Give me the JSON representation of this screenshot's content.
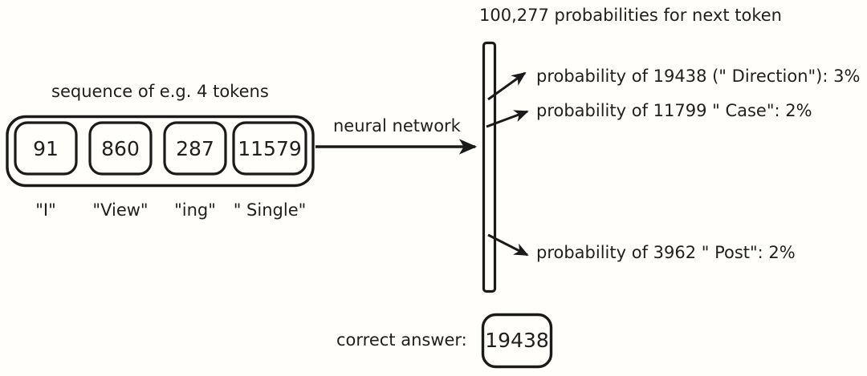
{
  "diagram": {
    "title": "100,277 probabilities for next token",
    "background_color": "#FFFEFA",
    "stroke_color": "#1A1A1A",
    "text_color": "#1F1F1F"
  },
  "sequence": {
    "caption": "sequence of e.g. 4 tokens",
    "tokens": [
      {
        "id": "91",
        "text": "\"I\""
      },
      {
        "id": "860",
        "text": "\"View\""
      },
      {
        "id": "287",
        "text": "\"ing\""
      },
      {
        "id": "11579",
        "text": "\" Single\""
      }
    ]
  },
  "transform": {
    "label": "neural network",
    "arrow": "right-arrow-icon"
  },
  "output": {
    "title": "100,277 probabilities for next token",
    "vocab_size": "100,277",
    "bar_name": "probability-distribution-bar",
    "predictions": [
      {
        "label": "probability of 19438 (\" Direction\"): 3%",
        "token_id": "19438",
        "token_text": "\" Direction\"",
        "probability": "3%"
      },
      {
        "label": "probability of 11799 \" Case\": 2%",
        "token_id": "11799",
        "token_text": "\" Case\"",
        "probability": "2%"
      },
      {
        "label": "probability of 3962 \" Post\": 2%",
        "token_id": "3962",
        "token_text": "\" Post\"",
        "probability": "2%"
      }
    ]
  },
  "answer": {
    "label": "correct answer:",
    "value": "19438"
  }
}
